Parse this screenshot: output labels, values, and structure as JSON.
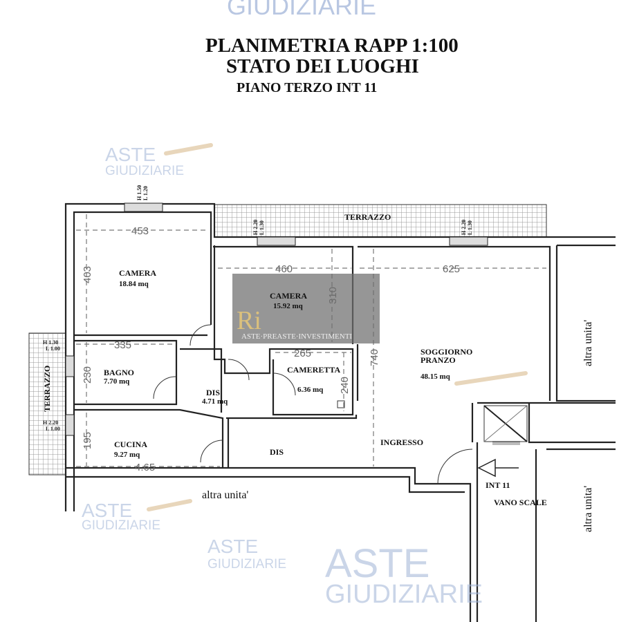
{
  "header": {
    "watermark_top": "GIUDIZIARIE",
    "title": "PLANIMETRIA  RAPP 1:100",
    "subtitle": "STATO DEI LUOGHI",
    "floor": "PIANO TERZO  INT 11"
  },
  "rooms": {
    "camera1": {
      "name": "CAMERA",
      "area": "18.84 mq",
      "width": "453",
      "depth": "403"
    },
    "camera2": {
      "name": "CAMERA",
      "area": "15.92 mq",
      "width": "460",
      "depth": "310"
    },
    "soggiorno": {
      "name1": "SOGGIORNO",
      "name2": "PRANZO",
      "area": "48.15 mq",
      "width": "625",
      "depth": "740"
    },
    "bagno": {
      "name": "BAGNO",
      "area": "7.70 mq",
      "width": "335",
      "depth": "230"
    },
    "dis1": {
      "name": "DIS",
      "area": "4.71 mq"
    },
    "cameretta": {
      "name": "CAMERETTA",
      "area": "6.36 mq",
      "width": "265",
      "depth": "240"
    },
    "cucina": {
      "name": "CUCINA",
      "area": "9.27 mq",
      "width": "4.65",
      "depth": "195"
    },
    "dis2": {
      "name": "DIS"
    },
    "ingresso": {
      "name": "INGRESSO"
    }
  },
  "labels": {
    "terrazzo_top": "TERRAZZO",
    "terrazzo_left": "TERRAZZO",
    "altra_unita_bottom": "altra unita'",
    "altra_unita_right1": "altra unita'",
    "altra_unita_right2": "altra unita'",
    "entrance": "INT 11",
    "stairwell": "VANO SCALE"
  },
  "windows": {
    "w1": [
      "H 1.50",
      "L 1.20"
    ],
    "w2": [
      "H 2.20",
      "L 1.30"
    ],
    "w3": [
      "H 2.20",
      "L 1.30"
    ],
    "w4": [
      "H 1.30",
      "L 1.00"
    ],
    "w5": [
      "H 2.20",
      "L 1.00"
    ]
  },
  "watermarks": {
    "aste": "ASTE",
    "giudiziarie": "GIUDIZIARIE",
    "logo_letters": "Ri",
    "logo_caption": "ASTE·PREASTE·INVESTIMENTI"
  }
}
